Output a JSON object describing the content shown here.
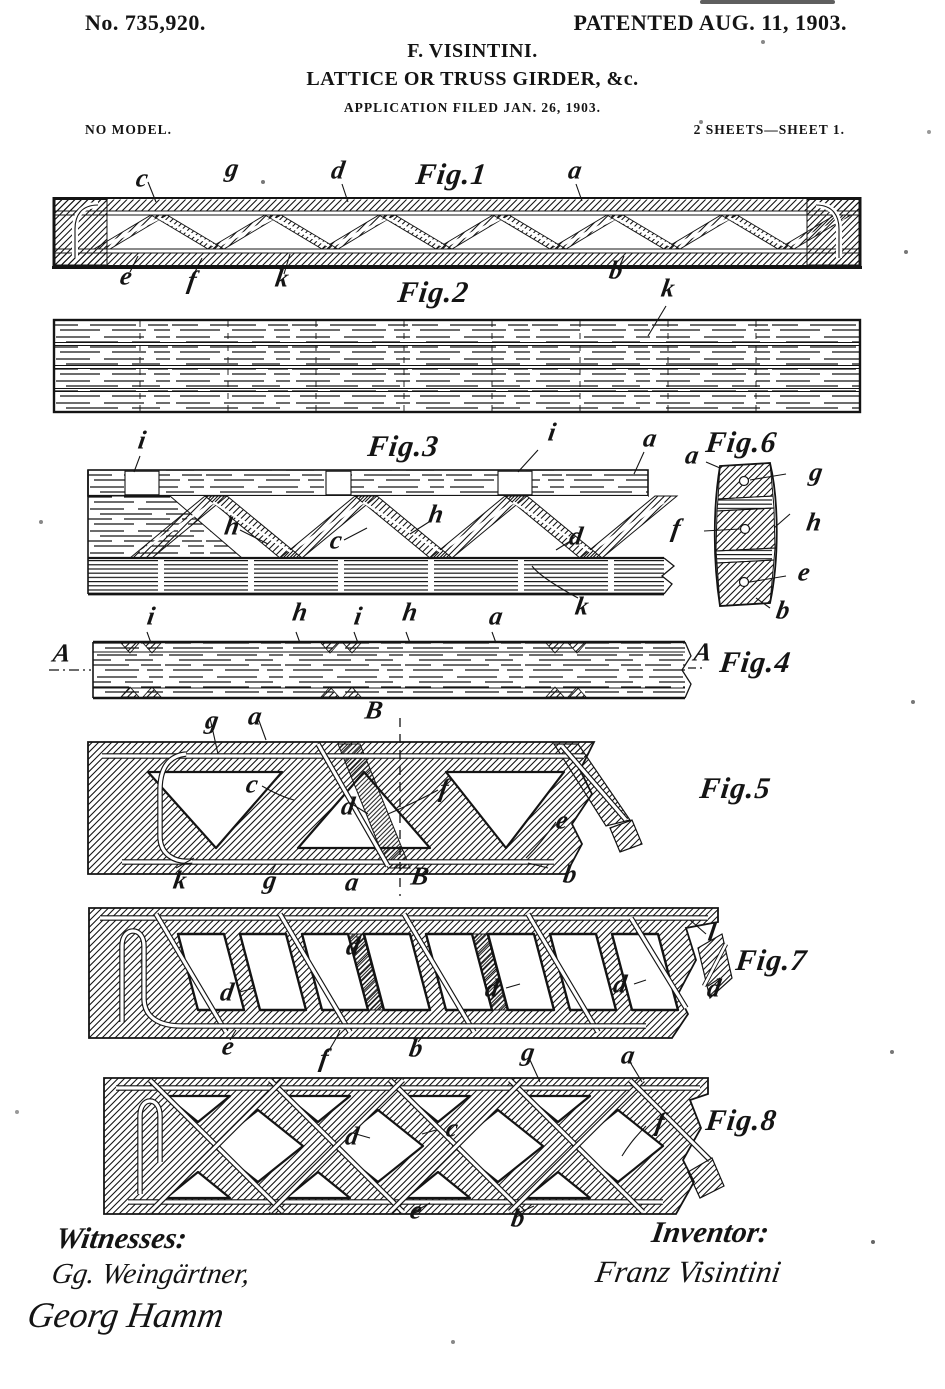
{
  "header": {
    "patent_no": "No. 735,920.",
    "patented": "PATENTED AUG. 11, 1903.",
    "name": "F. VISINTINI.",
    "title": "LATTICE OR TRUSS GIRDER, &c.",
    "application": "APPLICATION FILED JAN. 26, 1903.",
    "no_model": "NO MODEL.",
    "sheets": "2 SHEETS—SHEET 1."
  },
  "figures": {
    "f1": {
      "cap": "Fig.1",
      "c": "c",
      "g": "g",
      "d": "d",
      "a": "a",
      "e": "e",
      "f": "f",
      "k": "k",
      "b": "b"
    },
    "f2": {
      "cap": "Fig.2",
      "k": "k"
    },
    "f3": {
      "cap": "Fig.3",
      "i1": "i",
      "i2": "i",
      "a": "a",
      "h1": "h",
      "c": "c",
      "h2": "h",
      "d": "d",
      "k": "k"
    },
    "f6": {
      "cap": "Fig.6",
      "a": "a",
      "g": "g",
      "f": "f",
      "h": "h",
      "e": "e",
      "b": "b"
    },
    "f4": {
      "cap": "Fig.4",
      "i1": "i",
      "h1": "h",
      "i2": "i",
      "h2": "h",
      "a": "a",
      "A1": "A",
      "A2": "A"
    },
    "f5": {
      "cap": "Fig.5",
      "g1": "g",
      "a1": "a",
      "B1": "B",
      "c": "c",
      "d": "d",
      "f": "f",
      "e": "e",
      "k": "k",
      "g2": "g",
      "a2": "a",
      "B2": "B",
      "b": "b"
    },
    "f7": {
      "cap": "Fig.7",
      "l": "l",
      "d1": "d",
      "d2": "d",
      "d3": "d",
      "d4": "d",
      "d5": "d",
      "e": "e",
      "f": "f",
      "b": "b",
      "g": "g",
      "a": "a"
    },
    "f8": {
      "cap": "Fig.8",
      "f": "f",
      "d": "d",
      "c": "c",
      "e": "e",
      "b": "b"
    }
  },
  "footer": {
    "witnesses": "Witnesses:",
    "w1": "Gg. Weingärtner,",
    "w2": "Georg Hamm",
    "inventor": "Inventor:",
    "sig": "Franz Visintini"
  }
}
